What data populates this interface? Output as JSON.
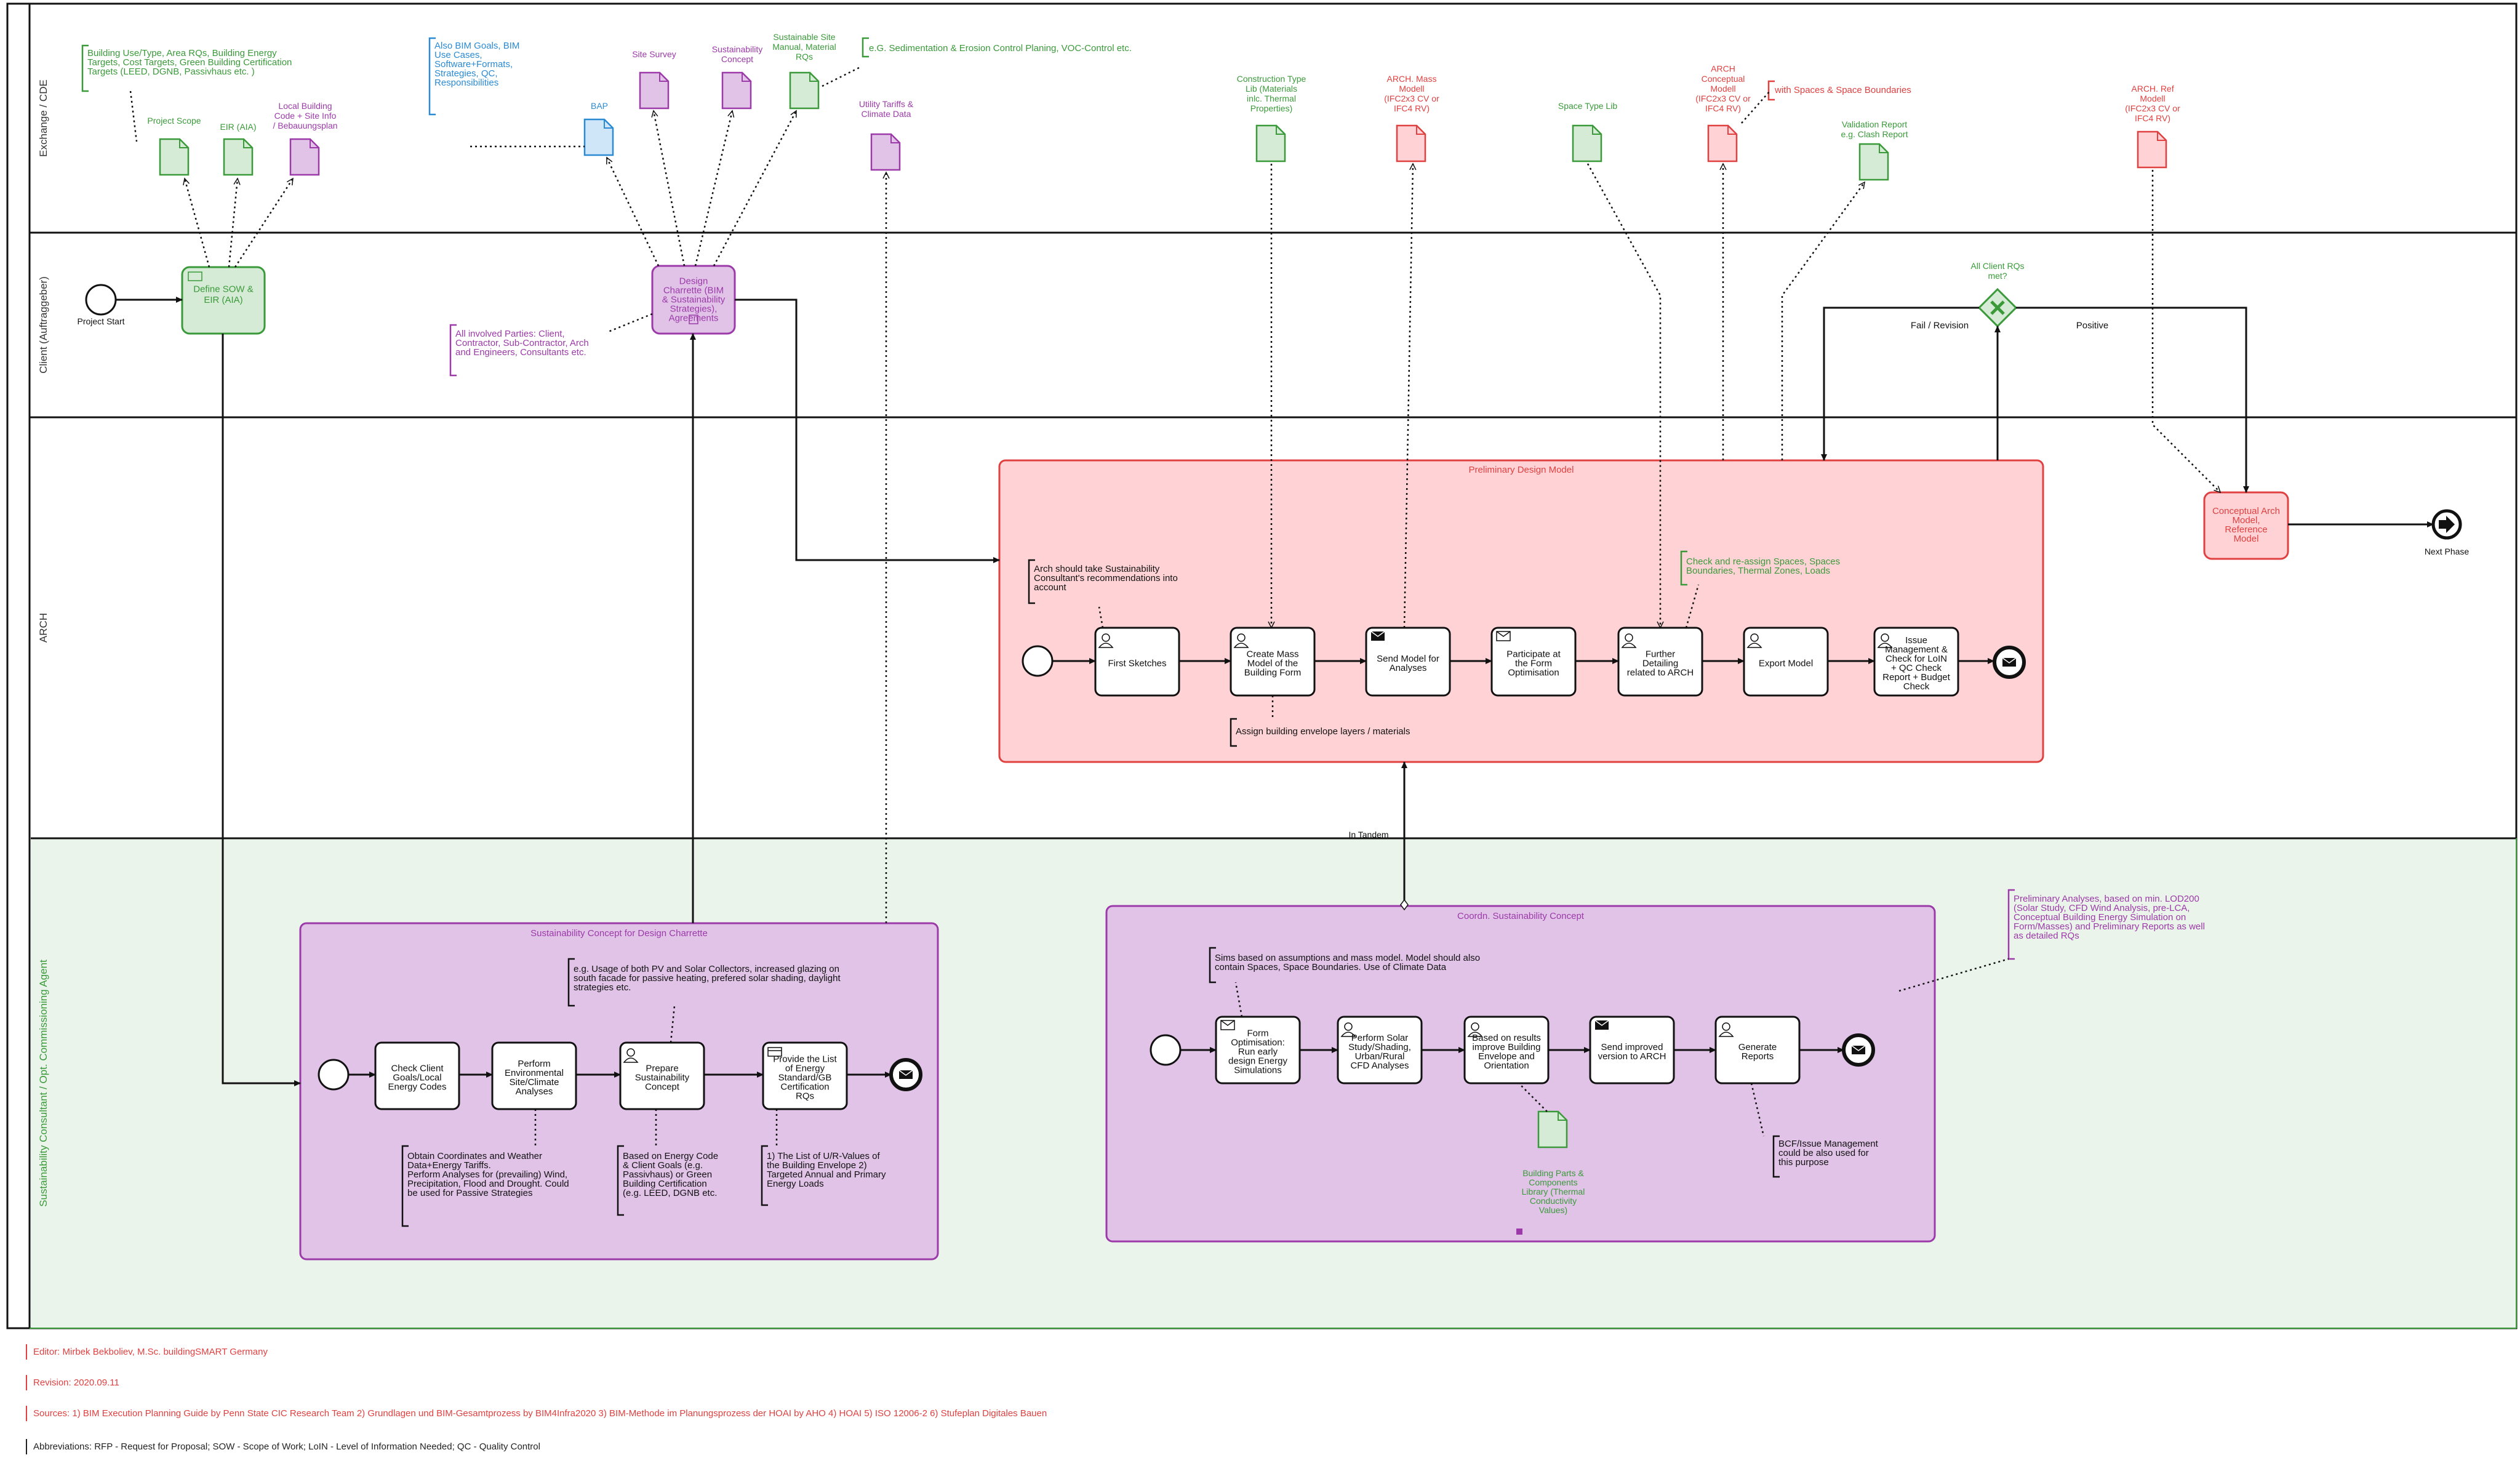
{
  "colors": {
    "green": "#3a9a3a",
    "green_fill": "#d5ebd5",
    "purple": "#9b3aa8",
    "purple_fill": "#e1c3e8",
    "red": "#e04040",
    "red_fill": "#ffd3d6",
    "blue": "#2a8ad4",
    "blue_fill": "#cfe5f8",
    "lane_green": "#ebf4eb"
  },
  "lanes": {
    "exchange": "Exchange / CDE",
    "client": "Client (Auftraggeber)",
    "arch": "ARCH",
    "sustainability": "Sustainability Consultant / Opt. Commissioning Agent"
  },
  "exchange_docs": {
    "project_scope": "Project Scope",
    "eir": "EIR (AIA)",
    "local_building_code": [
      "Local Building",
      "Code + Site Info",
      "/ Bebauungsplan"
    ],
    "bap": "BAP",
    "site_survey": "Site Survey",
    "sustainability_concept": [
      "Sustainability",
      "Concept"
    ],
    "sustainable_site_manual": [
      "Sustainable Site",
      "Manual, Material",
      "RQs"
    ],
    "utility_tariffs": [
      "Utility Tariffs &",
      "Climate Data"
    ],
    "construction_type_lib": [
      "Construction Type",
      "Lib (Materials",
      "inlc. Thermal",
      "Properties)"
    ],
    "arch_mass_model": [
      "ARCH. Mass",
      "Modell",
      "(IFC2x3 CV or",
      "IFC4 RV)"
    ],
    "space_type_lib": "Space Type Lib",
    "arch_conceptual_model": [
      "ARCH",
      "Conceptual",
      "Modell",
      "(IFC2x3 CV or",
      "IFC4 RV)"
    ],
    "validation_report": [
      "Validation Report",
      "e.g. Clash Report"
    ],
    "arch_ref_model": [
      "ARCH. Ref",
      "Modell",
      "(IFC2x3 CV or",
      "IFC4 RV)"
    ]
  },
  "annotations": {
    "building_use": [
      "Building Use/Type, Area RQs, Building Energy",
      "Targets, Cost Targets, Green Building Certification",
      "Targets (LEED, DGNB, Passivhaus etc. )"
    ],
    "bim_goals": [
      "Also BIM Goals, BIM",
      "Use Cases,",
      "Software+Formats,",
      "Strategies, QC,",
      "Responsibilities"
    ],
    "erosion_control": "e.G. Sedimentation & Erosion Control Planing, VOC-Control etc.",
    "spaces_boundaries": "with Spaces & Space Boundaries",
    "involved_parties": [
      "All involved Parties: Client,",
      "Contractor, Sub-Contractor, Arch",
      "and Engineers, Consultants etc."
    ],
    "arch_recommendations": [
      "Arch should take Sustainability",
      "Consultant's recommendations into",
      "account"
    ],
    "check_spaces": [
      "Check and re-assign Spaces, Spaces",
      "Boundaries, Thermal Zones, Loads"
    ],
    "envelope_layers": "Assign building envelope layers / materials",
    "pv_solar": [
      "e.g. Usage of both PV and Solar Collectors, increased glazing on",
      "south facade for passive heating, prefered solar shading, daylight",
      "strategies etc."
    ],
    "coordinates_weather": [
      "Obtain Coordinates and Weather",
      "Data+Energy Tariffs.",
      "Perform Analyses for (prevailing) Wind,",
      "Precipitation, Flood and Drought. Could",
      "be used for Passive Strategies"
    ],
    "energy_code": [
      "Based on Energy Code",
      "& Client Goals (e.g.",
      "Passivhaus) or Green",
      "Building Certification",
      "(e.g. LEED, DGNB etc."
    ],
    "uvalues": [
      "1) The List of U/R-Values of",
      "the Building Envelope 2)",
      "Targeted Annual and Primary",
      "Energy Loads"
    ],
    "sims_assumptions": [
      "Sims based on assumptions and mass model. Model should also",
      "contain Spaces, Space Boundaries. Use of Climate Data"
    ],
    "prelim_analyses": [
      "Preliminary Analyses, based on min. LOD200",
      "(Solar Study, CFD Wind Analysis, pre-LCA,",
      "Conceptual Building Energy Simulation on",
      "Form/Masses) and Preliminary Reports as well",
      "as detailed RQs"
    ],
    "bcf_issue": [
      "BCF/Issue Management",
      "could be also used for",
      "this purpose"
    ],
    "building_parts_lib": [
      "Building Parts &",
      "Components",
      "Library (Thermal",
      "Conductivity",
      "Values)"
    ]
  },
  "client": {
    "project_start": "Project Start",
    "define_sow": [
      "Define SOW &",
      "EIR (AIA)"
    ],
    "design_charrette": [
      "Design",
      "Charrette (BIM",
      "& Sustainability",
      "Strategies),",
      "Agreements"
    ],
    "gateway_question": [
      "All Client RQs",
      "met?"
    ],
    "fail_revision": "Fail / Revision",
    "positive": "Positive"
  },
  "arch": {
    "subprocess_title": "Preliminary Design Model",
    "tasks": {
      "first_sketches": [
        "First Sketches"
      ],
      "mass_model": [
        "Create Mass",
        "Model of the",
        "Building Form"
      ],
      "send_model": [
        "Send Model for",
        "Analyses"
      ],
      "participate": [
        "Participate at",
        "the Form",
        "Optimisation"
      ],
      "further_detailing": [
        "Further",
        "Detailing",
        "related to ARCH"
      ],
      "export_model": [
        "Export Model"
      ],
      "issue_management": [
        "Issue",
        "Management &",
        "Check for LoIN",
        "+ QC Check",
        "Report + Budget",
        "Check"
      ]
    },
    "conceptual_model": [
      "Conceptual Arch",
      "Model,",
      "Reference",
      "Model"
    ],
    "next_phase": "Next Phase",
    "in_tandem": "In Tandem"
  },
  "sustainability": {
    "subprocess1_title": "Sustainability Concept for Design Charrette",
    "tasks1": {
      "check_goals": [
        "Check Client",
        "Goals/Local",
        "Energy Codes"
      ],
      "perform_env": [
        "Perform",
        "Environmental",
        "Site/Climate",
        "Analyses"
      ],
      "prepare_concept": [
        "Prepare",
        "Sustainability",
        "Concept"
      ],
      "provide_list": [
        "Provide the List",
        "of Energy",
        "Standard/GB",
        "Certification",
        "RQs"
      ]
    },
    "subprocess2_title": "Coordn. Sustainability Concept",
    "tasks2": {
      "form_opt": [
        "Form",
        "Optimisation:",
        "Run early",
        "design Energy",
        "Simulations"
      ],
      "perform_solar": [
        "Perform Solar",
        "Study/Shading,",
        "Urban/Rural",
        "CFD Analyses"
      ],
      "based_results": [
        "Based on results",
        "improve Building",
        "Envelope and",
        "Orientation"
      ],
      "send_improved": [
        "Send improved",
        "version to ARCH"
      ],
      "generate_reports": [
        "Generate",
        "Reports"
      ]
    }
  },
  "footer": {
    "editor": "Editor: Mirbek Bekboliev, M.Sc. buildingSMART Germany",
    "revision": "Revision: 2020.09.11",
    "sources": "Sources: 1) BIM Execution Planning Guide by Penn State CIC Research Team 2) Grundlagen und BIM-Gesamtprozess by BIM4Infra2020 3) BIM-Methode im  Planungsprozess der HOAI by AHO 4) HOAI 5) ISO 12006-2 6) Stufeplan Digitales Bauen",
    "abbreviations": "Abbreviations: RFP - Request for Proposal; SOW - Scope of Work; LoIN - Level of Information Needed; QC - Quality Control"
  }
}
